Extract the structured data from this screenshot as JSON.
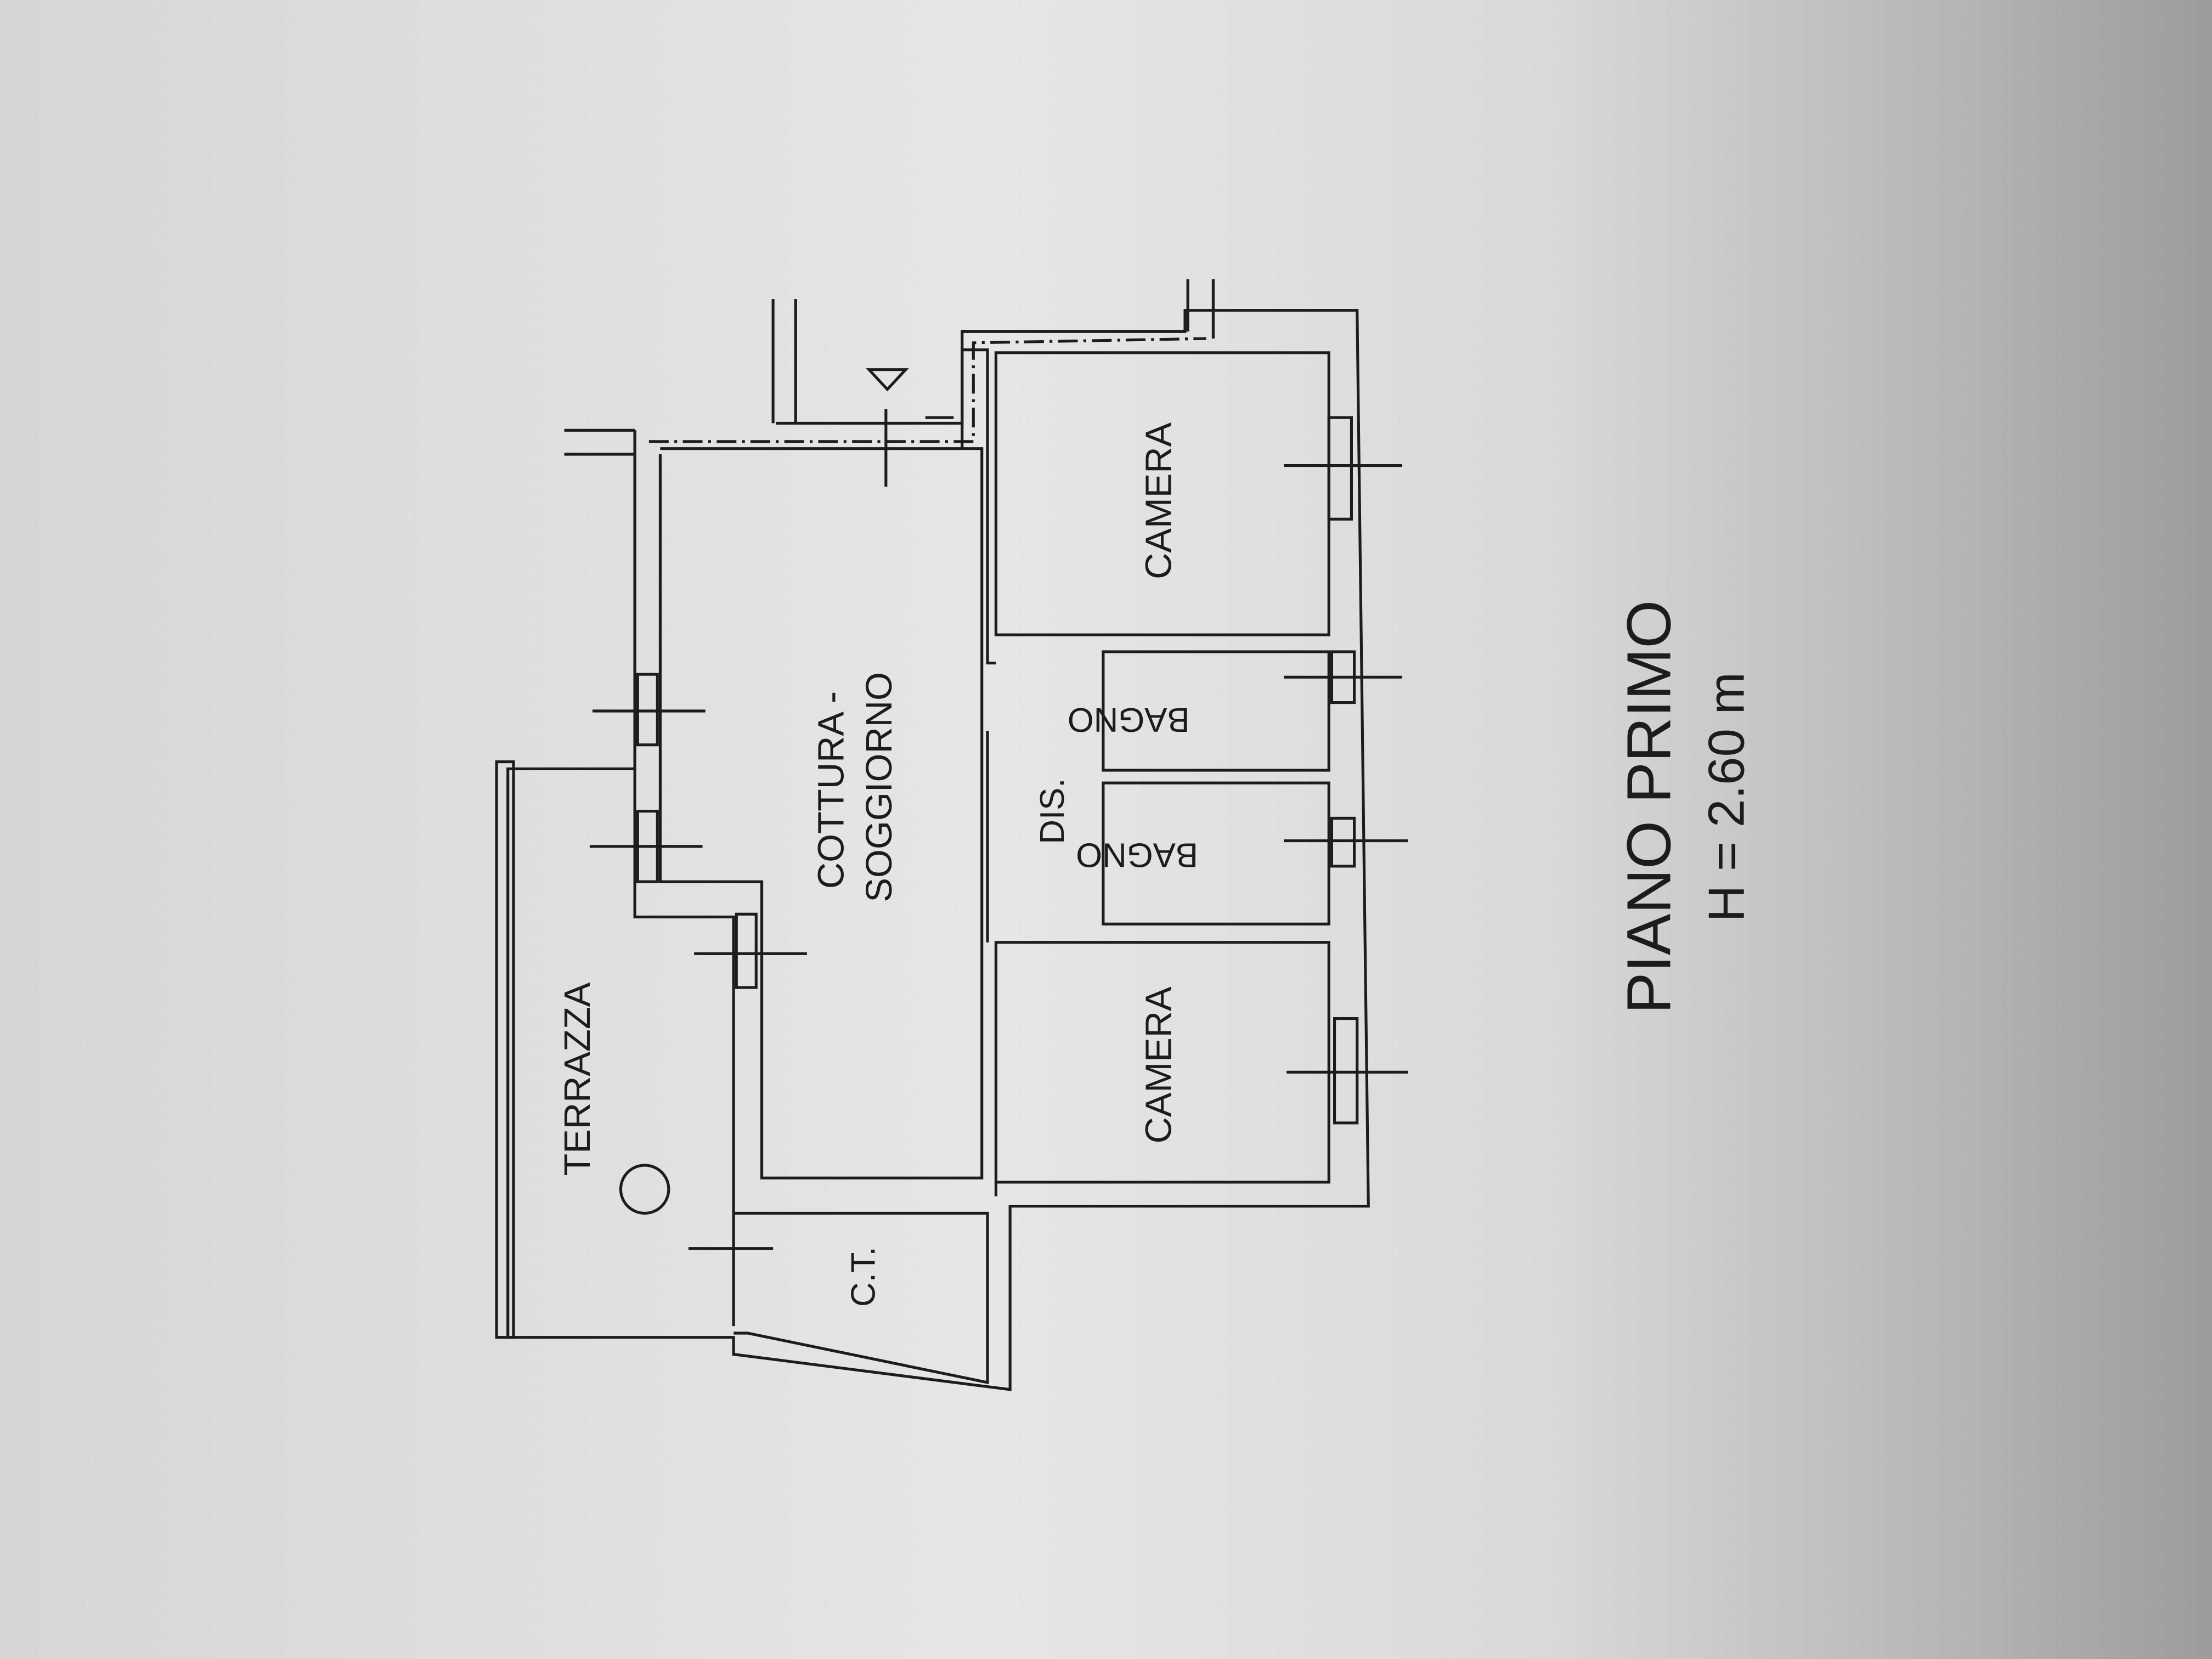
{
  "sheet": {
    "title": "PIANO PRIMO",
    "height_note": "H = 2.60 m"
  },
  "rooms": {
    "camera_top": "CAMERA",
    "camera_bottom": "CAMERA",
    "cottura_line1": "COTTURA -",
    "cottura_line2": "SOGGIORNO",
    "dis": "DIS.",
    "bagno_1": "BAGNO",
    "bagno_2": "BAGNO",
    "terrazza": "TERRAZZA",
    "ct": "C.T."
  },
  "colors": {
    "paper": "#e4e4e2",
    "ink": "#1c1c1c",
    "shadow": "#9a9a98"
  }
}
